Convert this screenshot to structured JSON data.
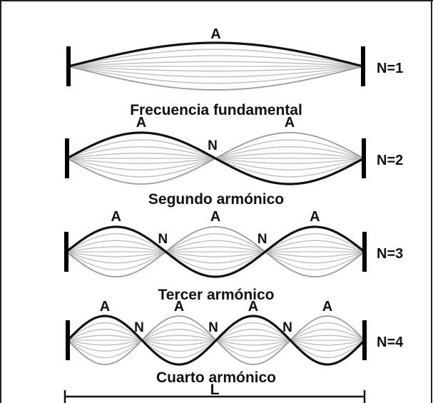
{
  "diagram": {
    "colors": {
      "background": "#ffffff",
      "frame": "#222222",
      "wave_main": "#111111",
      "wave_faint": "#bdbdbd",
      "wave_mirror": "#9a9a9a",
      "endpoint": "#000000"
    },
    "harmonics": [
      {
        "n": 1,
        "n_label": "N=1",
        "caption": "Frecuencia fundamental",
        "antinode_labels": [
          "A"
        ],
        "node_labels": []
      },
      {
        "n": 2,
        "n_label": "N=2",
        "caption": "Segundo armónico",
        "antinode_labels": [
          "A",
          "A"
        ],
        "node_labels": [
          "N"
        ]
      },
      {
        "n": 3,
        "n_label": "N=3",
        "caption": "Tercer armónico",
        "antinode_labels": [
          "A",
          "A",
          "A"
        ],
        "node_labels": [
          "N",
          "N"
        ]
      },
      {
        "n": 4,
        "n_label": "N=4",
        "caption": "Cuarto armónico",
        "antinode_labels": [
          "A",
          "A",
          "A",
          "A"
        ],
        "node_labels": [
          "N",
          "N",
          "N"
        ]
      }
    ],
    "length_label": "L"
  }
}
